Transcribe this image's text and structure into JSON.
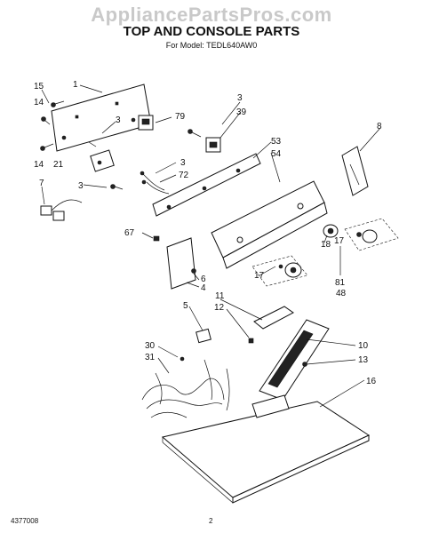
{
  "watermark": "AppliancePartsPros.com",
  "header": {
    "title": "TOP AND CONSOLE PARTS",
    "model": "For Model: TEDL640AW0"
  },
  "footer": {
    "doc_number": "4377008",
    "page_number": "2"
  },
  "callouts": {
    "c1": "1",
    "c3a": "3",
    "c3b": "3",
    "c3c": "3",
    "c3d": "3",
    "c4": "4",
    "c5": "5",
    "c6": "6",
    "c7": "7",
    "c8": "8",
    "c10": "10",
    "c11": "11",
    "c12": "12",
    "c13": "13",
    "c14a": "14",
    "c14b": "14",
    "c15": "15",
    "c16": "16",
    "c17a": "17",
    "c17b": "17",
    "c18": "18",
    "c21": "21",
    "c30": "30",
    "c31": "31",
    "c39": "39",
    "c48": "48",
    "c53": "53",
    "c54": "54",
    "c67": "67",
    "c72": "72",
    "c79": "79",
    "c81": "81"
  }
}
